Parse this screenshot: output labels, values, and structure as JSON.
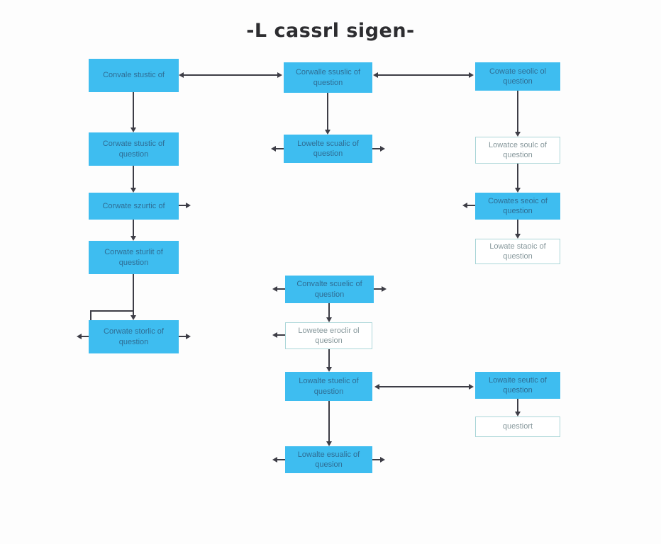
{
  "title": "-L cassrl sigen-",
  "colors": {
    "node_fill": "#3ebdf0",
    "node_text": "#2f6d94",
    "outline_border": "#abd6d8",
    "outline_text": "#87989c",
    "arrow": "#3d3d46",
    "background": "#fdfdfd",
    "title_color": "#2d2d30"
  },
  "nodes": [
    {
      "id": "L1",
      "text": "Convale stustic of",
      "style": "filled"
    },
    {
      "id": "L2",
      "text": "Corwate stustic of question",
      "style": "filled"
    },
    {
      "id": "L3",
      "text": "Corwate szurtic of",
      "style": "filled"
    },
    {
      "id": "L4",
      "text": "Corwate sturlit of question",
      "style": "filled"
    },
    {
      "id": "L5",
      "text": "Corwate storlic of question",
      "style": "filled"
    },
    {
      "id": "M1",
      "text": "Corwalle ssuslic of question",
      "style": "filled"
    },
    {
      "id": "M2",
      "text": "Lowelte scualic of question",
      "style": "filled"
    },
    {
      "id": "M3",
      "text": "Convalte scuelic of question",
      "style": "filled"
    },
    {
      "id": "MW",
      "text": "Lowetee eroclir ol quesion",
      "style": "outline"
    },
    {
      "id": "M4",
      "text": "Lowalte stuelic of question",
      "style": "filled"
    },
    {
      "id": "M5",
      "text": "Lowalte esualic of quesion",
      "style": "filled"
    },
    {
      "id": "R1",
      "text": "Cowate seolic ol question",
      "style": "filled"
    },
    {
      "id": "R2",
      "text": "Lowatce soulc of question",
      "style": "outline"
    },
    {
      "id": "R3",
      "text": "Cowates seoic of question",
      "style": "filled"
    },
    {
      "id": "R4",
      "text": "Lowate staoic of question",
      "style": "outline"
    },
    {
      "id": "R5",
      "text": "Lowaite seutic of question",
      "style": "filled"
    },
    {
      "id": "R6",
      "text": "questiort",
      "style": "outline"
    }
  ]
}
